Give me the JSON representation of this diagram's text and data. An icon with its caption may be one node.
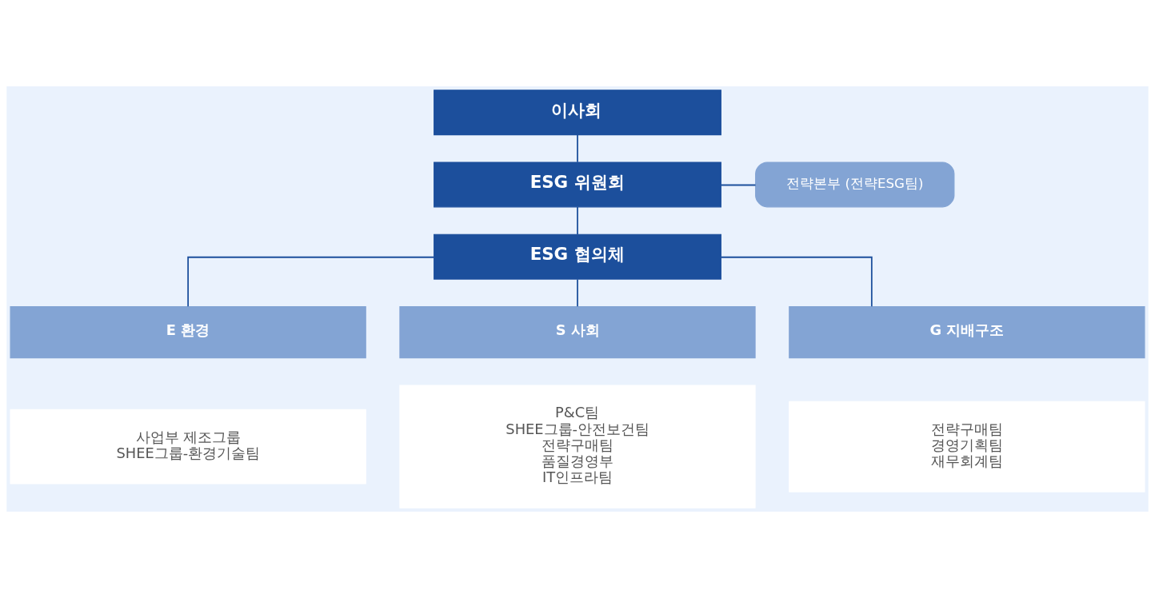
{
  "diagram": {
    "nodes": [
      {
        "text": [
          "이사회"
        ]
      },
      {
        "text": [
          "ESG 위원회"
        ]
      },
      {
        "text": [
          "전략본부 (전략ESG팀)"
        ]
      },
      {
        "text": [
          "ESG 협의체"
        ]
      },
      {
        "text": [
          "E 환경"
        ]
      },
      {
        "text": [
          "사업부 제조그룹",
          "SHEE그룹-환경기술팀"
        ]
      },
      {
        "text": [
          "S 사회"
        ]
      },
      {
        "text": [
          "P&C팀",
          "SHEE그룹-안전보건팀",
          "전략구매팀",
          "품질경영부",
          "IT인프라팀"
        ]
      },
      {
        "text": [
          "G 지배구조"
        ]
      },
      {
        "text": [
          "전략구매팀",
          "경영기획팀",
          "재무회계팀"
        ]
      }
    ],
    "edges": [
      {
        "from": 0,
        "to": 1,
        "arrow": "none"
      },
      {
        "from": 1,
        "to": 3,
        "arrow": "none"
      },
      {
        "from": 1,
        "to": 2,
        "arrow": "none"
      },
      {
        "from": 3,
        "to": 4,
        "arrow": "none"
      },
      {
        "from": 3,
        "to": 6,
        "arrow": "none"
      },
      {
        "from": 3,
        "to": 8,
        "arrow": "none"
      }
    ]
  }
}
